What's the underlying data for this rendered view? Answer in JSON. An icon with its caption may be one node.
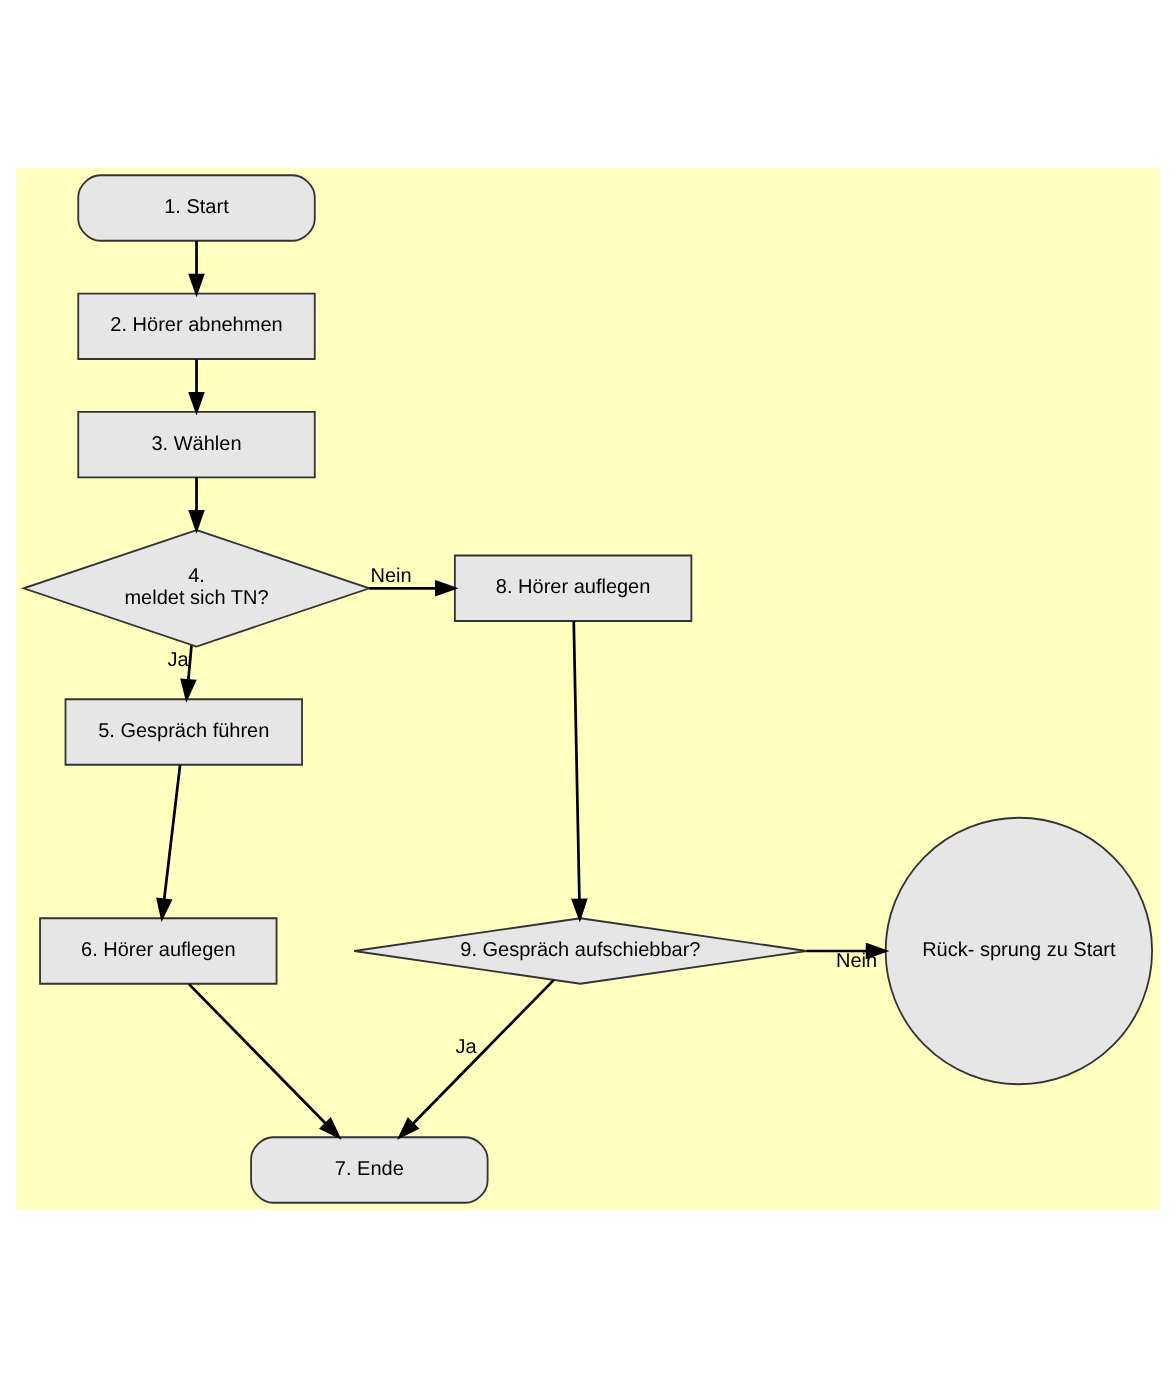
{
  "diagram": {
    "nodes": [
      {
        "text": [
          "1. Start"
        ]
      },
      {
        "text": [
          "2. Hörer abnehmen"
        ]
      },
      {
        "text": [
          "3. Wählen"
        ]
      },
      {
        "text": [
          "4.",
          "meldet sich TN?"
        ]
      },
      {
        "text": [
          "5. Gespräch führen"
        ]
      },
      {
        "text": [
          "6. Hörer auflegen"
        ]
      },
      {
        "text": [
          "7. Ende"
        ]
      },
      {
        "text": [
          "8. Hörer auflegen"
        ]
      },
      {
        "text": [
          "9. Gespräch aufschiebbar?"
        ]
      },
      {
        "text": [
          "Rück- sprung zu Start"
        ]
      }
    ],
    "edges": [
      {
        "from": 0,
        "to": 1,
        "arrow": "to"
      },
      {
        "from": 1,
        "to": 2,
        "arrow": "to"
      },
      {
        "from": 2,
        "to": 3,
        "arrow": "to"
      },
      {
        "from": 3,
        "to": 4,
        "arrow": "to",
        "label": "Ja"
      },
      {
        "from": 3,
        "to": 7,
        "arrow": "to",
        "label": "Nein"
      },
      {
        "from": 4,
        "to": 5,
        "arrow": "to"
      },
      {
        "from": 5,
        "to": 6,
        "arrow": "to"
      },
      {
        "from": 7,
        "to": 8,
        "arrow": "to"
      },
      {
        "from": 8,
        "to": 9,
        "arrow": "to",
        "label": "Nein"
      },
      {
        "from": 8,
        "to": 6,
        "arrow": "to",
        "label": "Ja"
      }
    ]
  }
}
